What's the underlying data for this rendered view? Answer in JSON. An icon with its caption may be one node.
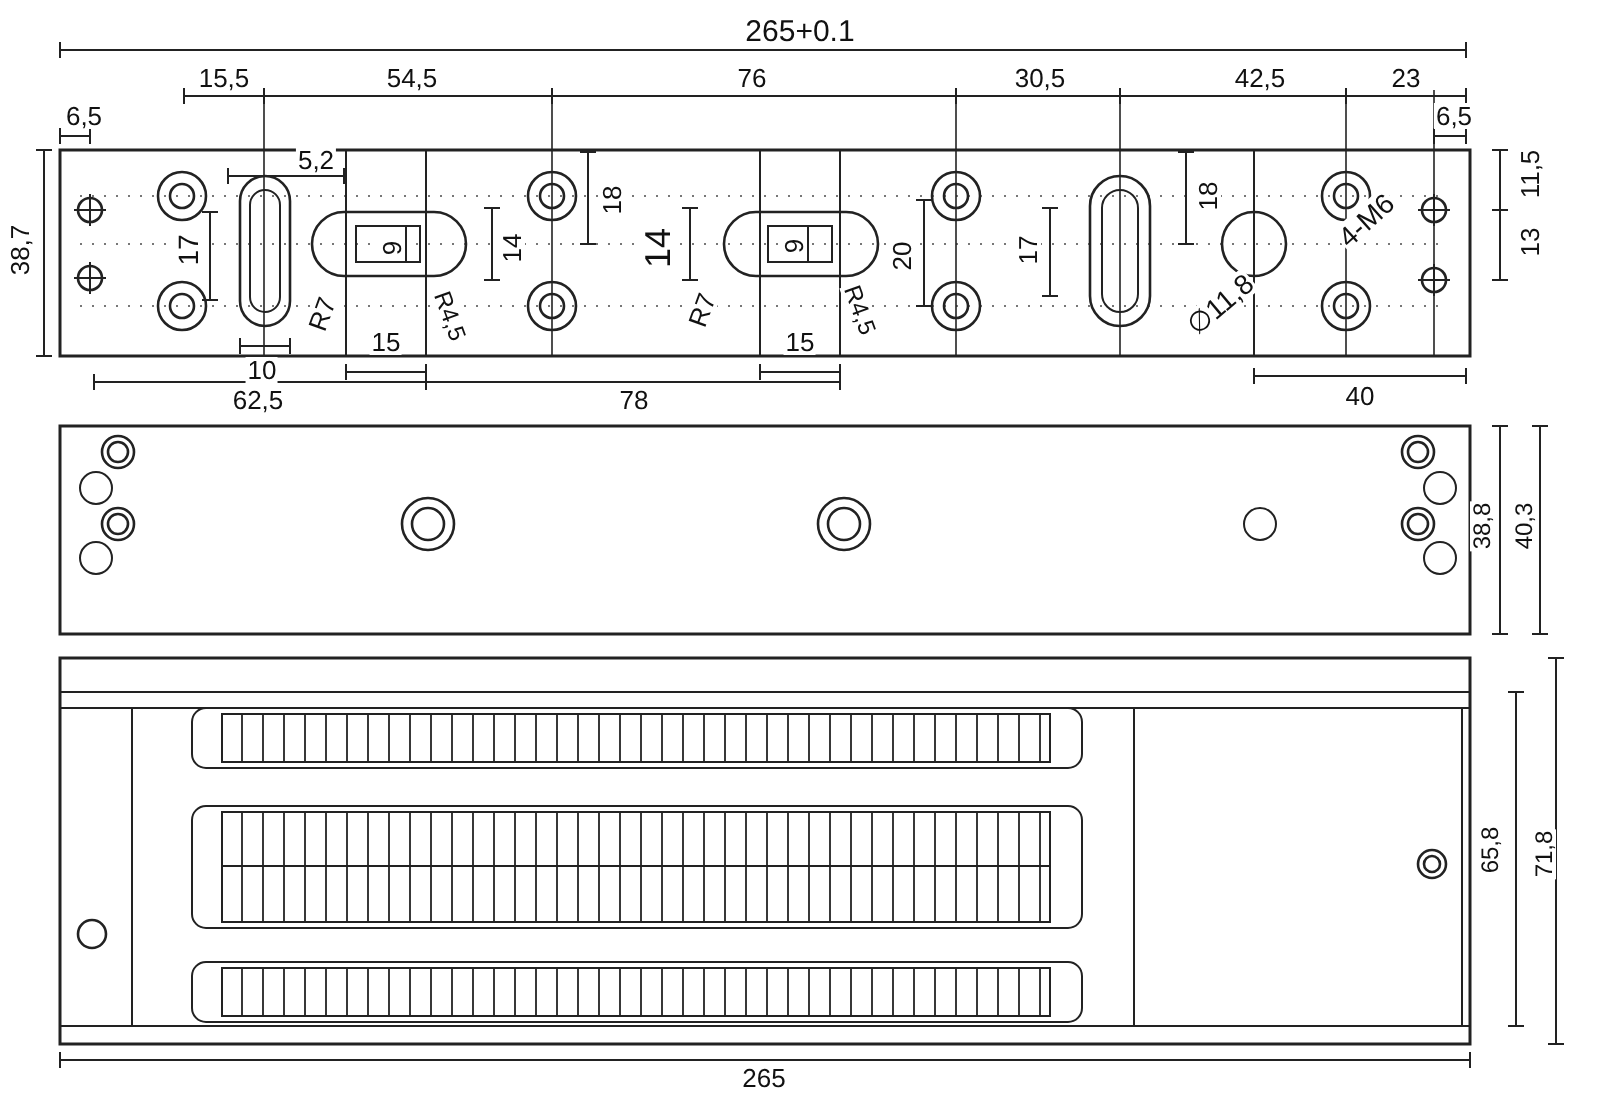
{
  "diagram": {
    "labels": [
      "265+0.1",
      "6,5",
      "15,5",
      "54,5",
      "76",
      "30,5",
      "42,5",
      "23",
      "6,5",
      "5,2",
      "38,7",
      "17",
      "9",
      "14",
      "18",
      "14",
      "9",
      "20",
      "17",
      "18",
      "R7",
      "R4,5",
      "R7",
      "R4,5",
      "∅11,8",
      "4-M6",
      "11,5",
      "13",
      "15",
      "15",
      "10",
      "62,5",
      "78",
      "40",
      "38,8",
      "40,3",
      "65,8",
      "71,8",
      "265"
    ]
  }
}
